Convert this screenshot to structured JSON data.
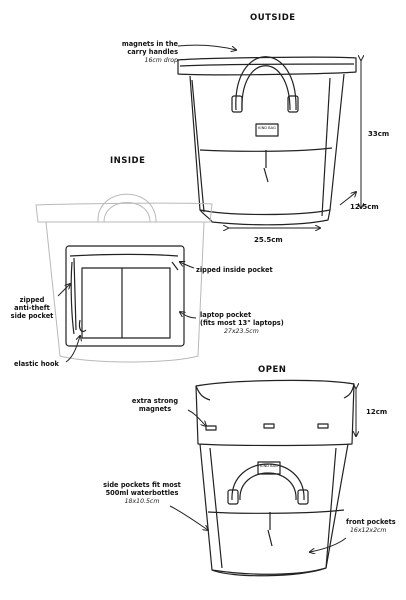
{
  "sections": {
    "outside": "OUTSIDE",
    "inside": "INSIDE",
    "open": "OPEN"
  },
  "outside": {
    "magnets_label_line1": "magnets in the",
    "magnets_label_line2": "carry handles",
    "magnets_drop": "16cm drop",
    "height": "33cm",
    "depth": "12.5cm",
    "width": "25.5cm"
  },
  "inside": {
    "zipped_inside_pocket": "zipped inside pocket",
    "side_pocket_line1": "zipped",
    "side_pocket_line2": "anti-theft",
    "side_pocket_line3": "side pocket",
    "laptop_line1": "laptop pocket",
    "laptop_line2": "(fits most 13\" laptops)",
    "laptop_size": "27x23.5cm",
    "elastic_hook": "elastic hook"
  },
  "open": {
    "magnets_line1": "extra strong",
    "magnets_line2": "magnets",
    "top_height": "12cm",
    "side_line1": "side pockets fit most",
    "side_line2": "500ml waterbottles",
    "side_size": "18x10.5cm",
    "front_label": "front pockets",
    "front_size": "16x12x2cm"
  },
  "brand_tag": "KIND BAG",
  "colors": {
    "line": "#222222",
    "faint": "#b9b9b9"
  }
}
